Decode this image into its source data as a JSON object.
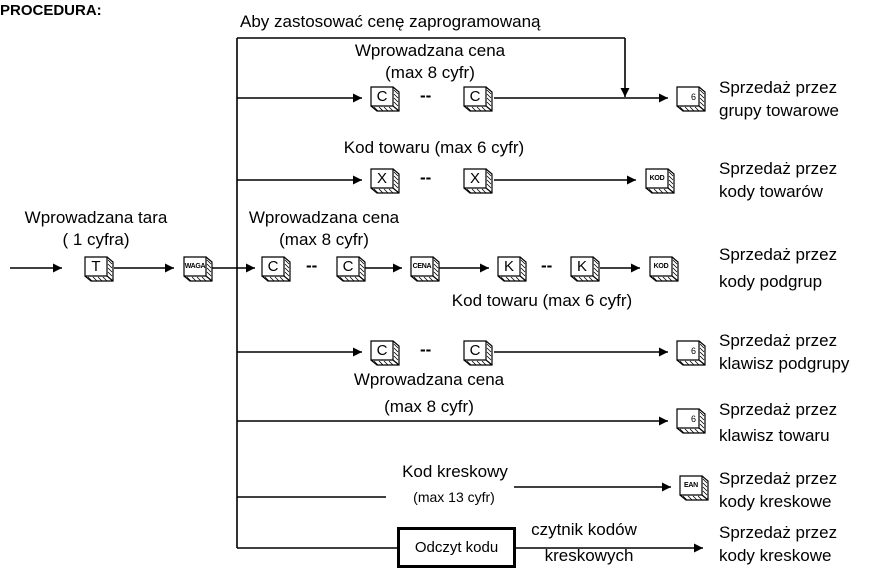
{
  "header": {
    "title": "PROCEDURA:"
  },
  "top_note": "Aby zastosować cenę zaprogramowaną",
  "input": {
    "label_line1": "Wprowadzana tara",
    "label_line2": "( 1 cyfra)"
  },
  "keys": {
    "tare": "T",
    "scale": "WAGA",
    "price": "C",
    "code": "X",
    "code_end": "KOD",
    "cena": "CENA",
    "subgroup_code": "K",
    "dept": "6",
    "ean": "EAN"
  },
  "separator": "--",
  "rows": [
    {
      "above_line1": "Wprowadzana cena",
      "above_line2": "(max 8 cyfr)",
      "result_line1": "Sprzedaż przez",
      "result_line2": "grupy towarowe"
    },
    {
      "above_line1": "Kod towaru (max 6 cyfr)",
      "result_line1": "Sprzedaż przez",
      "result_line2": "kody towarów"
    },
    {
      "above_line1": "Wprowadzana cena",
      "above_line2": "(max 8 cyfr)",
      "below_line1": "Kod towaru (max 6 cyfr)",
      "result_line1": "Sprzedaż przez",
      "result_line2": "kody podgrup"
    },
    {
      "below_line1": "Wprowadzana cena",
      "below_line2": "(max 8 cyfr)",
      "result_line1": "Sprzedaż przez",
      "result_line2": "klawisz podgrupy"
    },
    {
      "result_line1": "Sprzedaż przez",
      "result_line2": "klawisz towaru"
    },
    {
      "above_line1": "Kod kreskowy",
      "above_line2": "(max 13 cyfr)",
      "result_line1": "Sprzedaż przez",
      "result_line2": "kody kreskowe"
    },
    {
      "box_label": "Odczyt kodu",
      "above_line1": "czytnik kodów",
      "below_line1": "kreskowych",
      "result_line1": "Sprzedaż przez",
      "result_line2": "kody kreskowe"
    }
  ]
}
